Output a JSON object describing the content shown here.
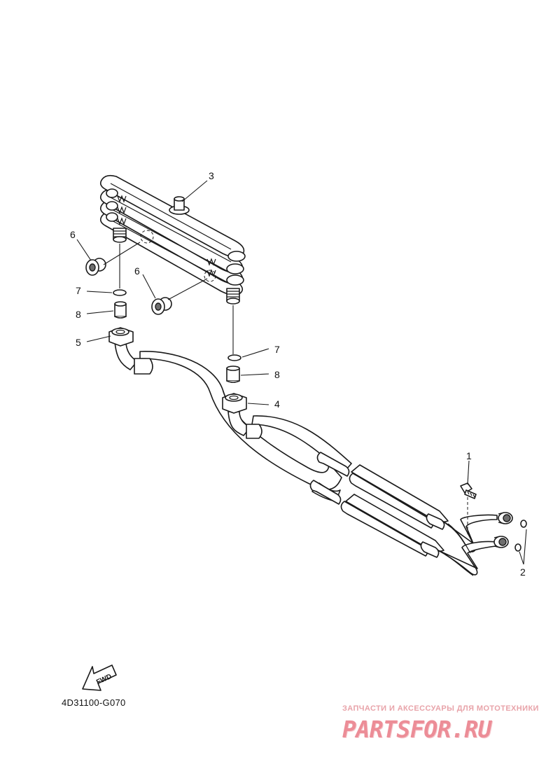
{
  "callouts": {
    "c1": "1",
    "c2": "2",
    "c3": "3",
    "c4": "4",
    "c5": "5",
    "c6a": "6",
    "c6b": "6",
    "c7a": "7",
    "c7b": "7",
    "c8a": "8",
    "c8b": "8"
  },
  "fwd_arrow": {
    "label": "FWD"
  },
  "diagram_code": "4D31100-G070",
  "watermark": {
    "tagline": "ЗАПЧАСТИ И АКСЕССУАРЫ ДЛЯ МОТОТЕХНИКИ",
    "logo": "PARTSFOR.RU"
  },
  "colors": {
    "line": "#1a1a1a",
    "watermark": "#ec8d97"
  }
}
